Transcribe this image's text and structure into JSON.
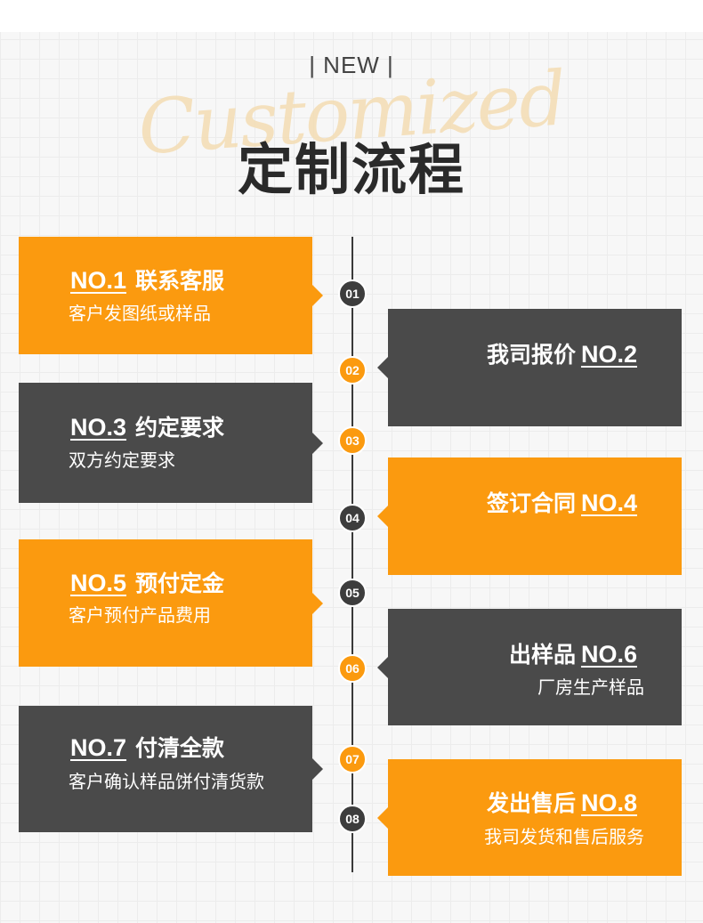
{
  "header": {
    "new_label": "| NEW |",
    "script_word": "Customized",
    "title": "定制流程"
  },
  "colors": {
    "accent": "#fb9a0f",
    "dark": "#4a4a4a",
    "line": "#3a3a3a"
  },
  "steps": [
    {
      "no": "NO.1",
      "title": "联系客服",
      "desc": "客户发图纸或样品",
      "node": "01"
    },
    {
      "no": "NO.2",
      "title": "我司报价",
      "desc": "",
      "node": "02"
    },
    {
      "no": "NO.3",
      "title": "约定要求",
      "desc": "双方约定要求",
      "node": "03"
    },
    {
      "no": "NO.4",
      "title": "签订合同",
      "desc": "",
      "node": "04"
    },
    {
      "no": "NO.5",
      "title": "预付定金",
      "desc": "客户预付产品费用",
      "node": "05"
    },
    {
      "no": "NO.6",
      "title": "出样品",
      "desc": "厂房生产样品",
      "node": "06"
    },
    {
      "no": "NO.7",
      "title": "付清全款",
      "desc": "客户确认样品饼付清货款",
      "node": "07"
    },
    {
      "no": "NO.8",
      "title": "发出售后",
      "desc": "我司发货和售后服务",
      "node": "08"
    }
  ]
}
